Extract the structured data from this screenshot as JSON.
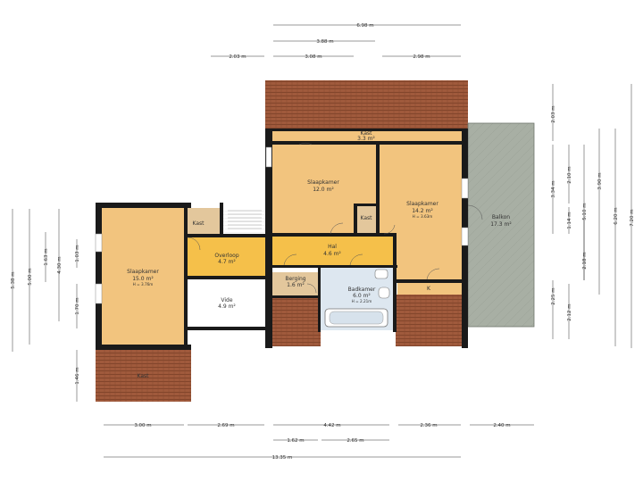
{
  "rooms": {
    "kast_top": {
      "label": "Kast",
      "area": "3.3 m²"
    },
    "slaapkamer1": {
      "label": "Slaapkamer",
      "area": "12.0 m²"
    },
    "slaapkamer2": {
      "label": "Slaapkamer",
      "area": "14.2 m²",
      "height": "H = 3.63m"
    },
    "slaapkamer3": {
      "label": "Slaapkamer",
      "area": "15.0 m²",
      "height": "H = 3.76m"
    },
    "balkon": {
      "label": "Balkon",
      "area": "17.3 m²"
    },
    "kast_left": {
      "label": "Kast"
    },
    "kast_mid": {
      "label": "Kast"
    },
    "overloop": {
      "label": "Overloop",
      "area": "4.7 m²"
    },
    "hal": {
      "label": "Hal",
      "area": "4.6 m²"
    },
    "vide": {
      "label": "Vide",
      "area": "4.9 m²"
    },
    "berging": {
      "label": "Berging",
      "area": "1.6 m²"
    },
    "badkamer": {
      "label": "Badkamer",
      "area": "6.0 m²",
      "height": "H = 2.21m"
    },
    "k": {
      "label": "K"
    },
    "kast_bottom": {
      "label": "Kast"
    }
  },
  "dimensions": {
    "top": [
      "6.98 m",
      "3.88 m",
      "2.03 m",
      "3.08 m",
      "2.98 m"
    ],
    "bottom": [
      "3.00 m",
      "2.69 m",
      "4.42 m",
      "2.36 m",
      "2.40 m",
      "1.62 m",
      "2.65 m",
      "13.35 m"
    ],
    "left": [
      "5.38 m",
      "5.00 m",
      "4.30 m",
      "1.63 m",
      "1.03 m",
      "1.70 m",
      "1.46 m"
    ],
    "right": [
      "2.03 m",
      "3.34 m",
      "2.10 m",
      "3.90 m",
      "6.20 m",
      "7.20 m",
      "1.14 m",
      "5.10 m",
      "2.18 m",
      "2.25 m",
      "2.12 m"
    ]
  },
  "colors": {
    "room_fill": "#f2c47e",
    "hall_fill": "#f5c04a",
    "balcony_fill": "#a8afa4",
    "roof_fill": "#a05a3c",
    "bath_fill": "#dde7f0",
    "wall": "#1a1a1a"
  }
}
